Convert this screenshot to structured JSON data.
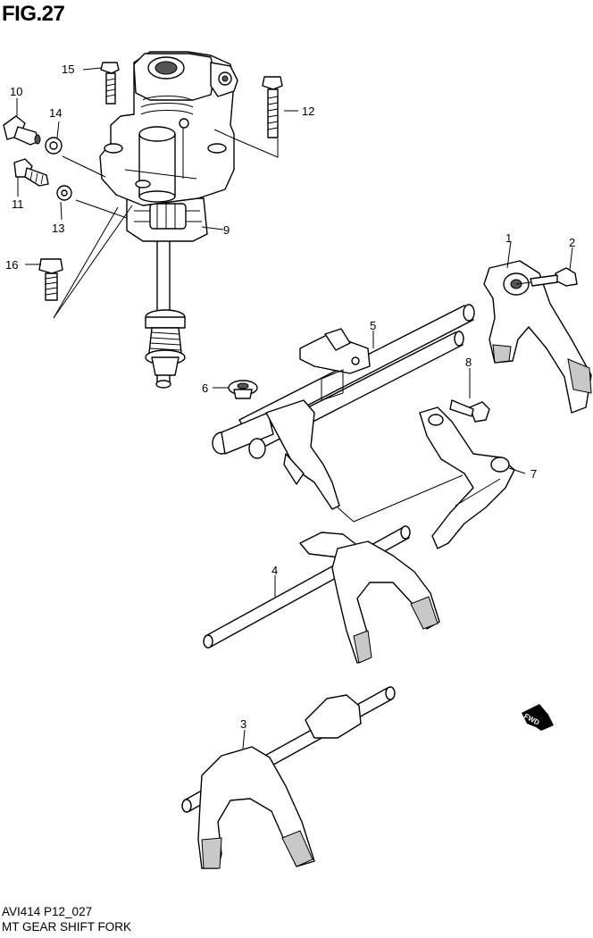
{
  "figure": {
    "title": "FIG.27"
  },
  "callouts": {
    "c1": "1",
    "c2": "2",
    "c3": "3",
    "c4": "4",
    "c5": "5",
    "c6": "6",
    "c7": "7",
    "c8": "8",
    "c9": "9",
    "c10": "10",
    "c11": "11",
    "c12": "12",
    "c13": "13",
    "c14": "14",
    "c15": "15",
    "c16": "16"
  },
  "fwd_badge": "FWD",
  "footer": {
    "code": "AVI414 P12_027",
    "caption": "MT GEAR SHIFT FORK"
  }
}
